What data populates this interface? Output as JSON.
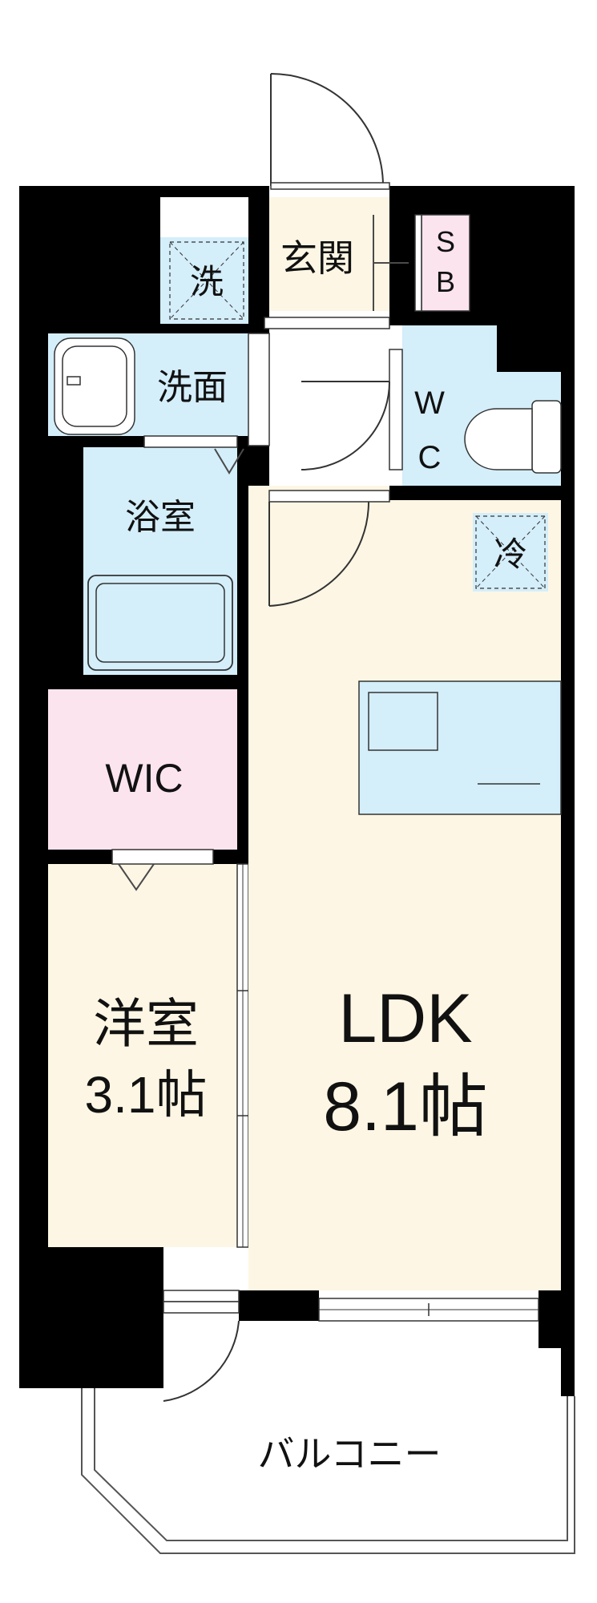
{
  "plan": {
    "rooms": {
      "genkan": "玄関",
      "sb_s": "S",
      "sb_b": "B",
      "washer": "洗",
      "senmen": "洗面",
      "wc_w": "W",
      "wc_c": "C",
      "bath": "浴室",
      "fridge": "冷",
      "wic": "WIC",
      "youshitsu": "洋室",
      "youshitsu_size": "3.1帖",
      "ldk": "LDK",
      "ldk_size": "8.1帖",
      "balcony": "バルコニー"
    },
    "colors": {
      "wall": "#000000",
      "wood_floor": "#fdf6e4",
      "wet_area": "#d4eefa",
      "storage": "#fce4ef",
      "door_line": "#333333",
      "balcony_line": "#555555"
    }
  }
}
